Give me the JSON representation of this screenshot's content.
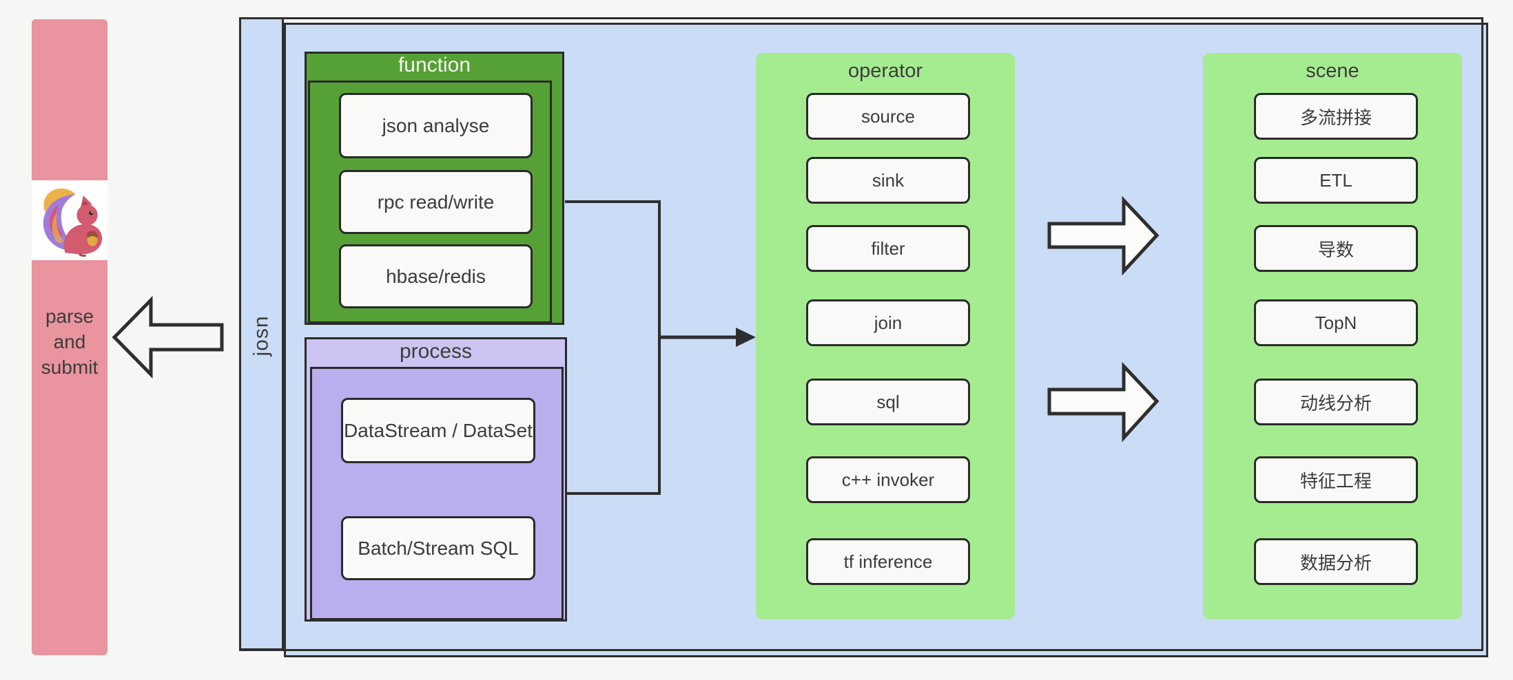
{
  "colors": {
    "background": "#f6f6f5",
    "pink_bar": "#e9949e",
    "container_blue": "#cadcf6",
    "panel_green": "#a5ec90",
    "function_green": "#56a135",
    "process_header_purple": "#ccc5f1",
    "process_inner_purple": "#b9aeee",
    "node_fill": "#f9f9f7",
    "line": "#2e2e2e",
    "text": "#3c3c3c"
  },
  "left_bar": {
    "label": "parse\nand\nsubmit",
    "logo": "flink-squirrel"
  },
  "container": {
    "label": "josn"
  },
  "function_box": {
    "title": "function",
    "items": [
      "json analyse",
      "rpc read/write",
      "hbase/redis"
    ]
  },
  "process_box": {
    "title": "process",
    "items": [
      "DataStream / DataSet",
      "Batch/Stream SQL"
    ]
  },
  "operator_panel": {
    "title": "operator",
    "items": [
      "source",
      "sink",
      "filter",
      "join",
      "sql",
      "c++ invoker",
      "tf inference"
    ]
  },
  "scene_panel": {
    "title": "scene",
    "items": [
      "多流拼接",
      "ETL",
      "导数",
      "TopN",
      "动线分析",
      "特征工程",
      "数据分析"
    ]
  }
}
